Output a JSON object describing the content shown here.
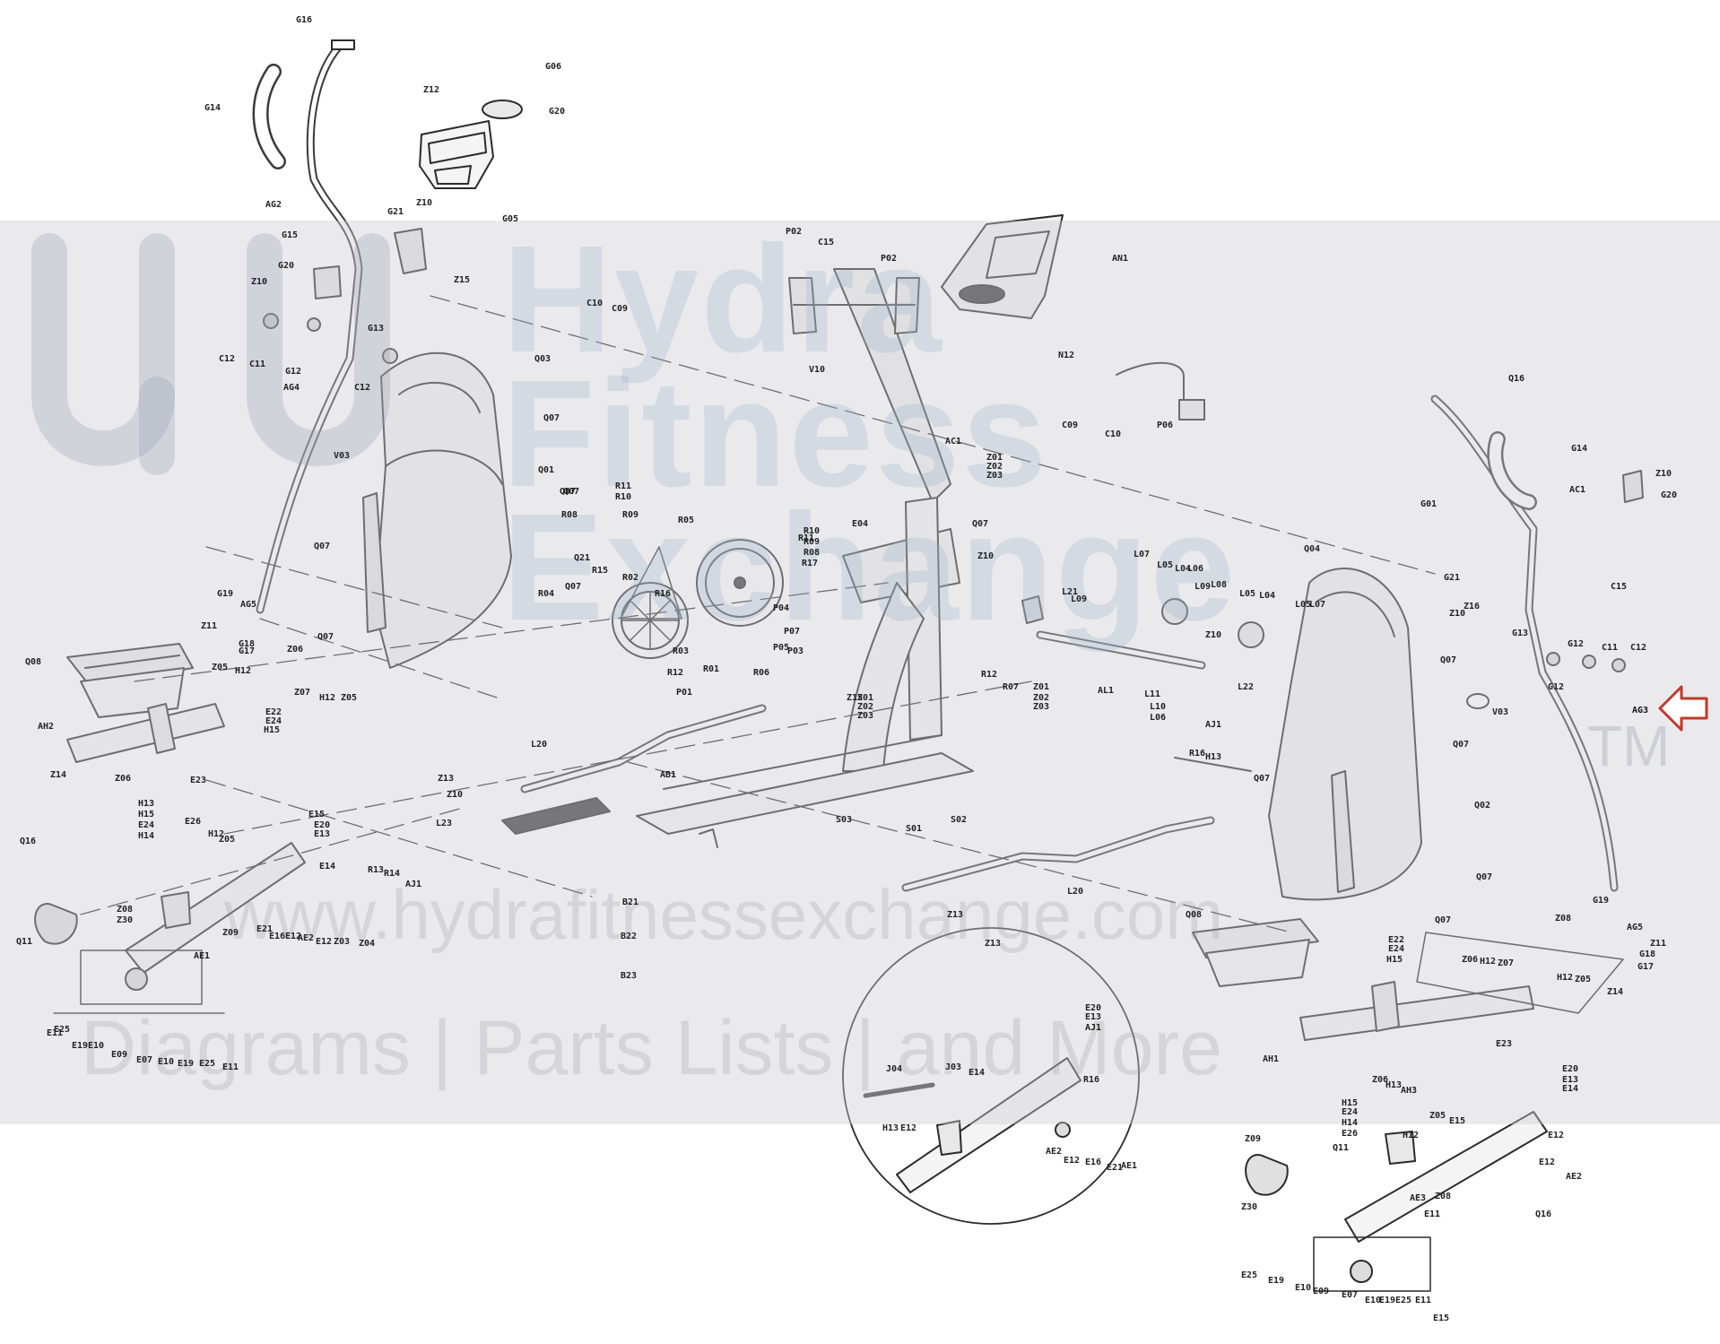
{
  "watermark": {
    "brand_lines": [
      "Hydra",
      "Fitness",
      "Exchange"
    ],
    "trademark": "TM",
    "url": "www.hydrafitnessexchange.com",
    "tagline": "Diagrams | Parts Lists | and More"
  },
  "highlight_icon": "arrow-left-icon",
  "highlighted_part": "AG3",
  "part_labels": [
    {
      "text": "G16"
    },
    {
      "text": "G14"
    },
    {
      "text": "AG2"
    },
    {
      "text": "Z12"
    },
    {
      "text": "G06"
    },
    {
      "text": "G20"
    },
    {
      "text": "G05"
    },
    {
      "text": "G21"
    },
    {
      "text": "Z10"
    },
    {
      "text": "G15"
    },
    {
      "text": "G20"
    },
    {
      "text": "Z10"
    },
    {
      "text": "Z15"
    },
    {
      "text": "G13"
    },
    {
      "text": "C12"
    },
    {
      "text": "C11"
    },
    {
      "text": "G12"
    },
    {
      "text": "C12"
    },
    {
      "text": "AG4"
    },
    {
      "text": "V03"
    },
    {
      "text": "Q03"
    },
    {
      "text": "Q07"
    },
    {
      "text": "Q01"
    },
    {
      "text": "Q07"
    },
    {
      "text": "Q07"
    },
    {
      "text": "Q07"
    },
    {
      "text": "G19"
    },
    {
      "text": "AG5"
    },
    {
      "text": "Z11"
    },
    {
      "text": "G18"
    },
    {
      "text": "G17"
    },
    {
      "text": "Z06"
    },
    {
      "text": "Q07"
    },
    {
      "text": "Q08"
    },
    {
      "text": "Z05"
    },
    {
      "text": "H12"
    },
    {
      "text": "Z07"
    },
    {
      "text": "H12"
    },
    {
      "text": "Z05"
    },
    {
      "text": "AH2"
    },
    {
      "text": "E22"
    },
    {
      "text": "E24"
    },
    {
      "text": "H15"
    },
    {
      "text": "Z14"
    },
    {
      "text": "Z06"
    },
    {
      "text": "E23"
    },
    {
      "text": "H13"
    },
    {
      "text": "H15"
    },
    {
      "text": "E24"
    },
    {
      "text": "H14"
    },
    {
      "text": "E26"
    },
    {
      "text": "H12"
    },
    {
      "text": "Z05"
    },
    {
      "text": "Q16"
    },
    {
      "text": "E15"
    },
    {
      "text": "E20"
    },
    {
      "text": "E13"
    },
    {
      "text": "E14"
    },
    {
      "text": "Q11"
    },
    {
      "text": "Z08"
    },
    {
      "text": "Z30"
    },
    {
      "text": "Z09"
    },
    {
      "text": "AE1"
    },
    {
      "text": "R13"
    },
    {
      "text": "R14"
    },
    {
      "text": "AJ1"
    },
    {
      "text": "E21"
    },
    {
      "text": "E16"
    },
    {
      "text": "E12"
    },
    {
      "text": "AE2"
    },
    {
      "text": "E12"
    },
    {
      "text": "Z03"
    },
    {
      "text": "Z04"
    },
    {
      "text": "E11"
    },
    {
      "text": "E25"
    },
    {
      "text": "E19"
    },
    {
      "text": "E10"
    },
    {
      "text": "E09"
    },
    {
      "text": "E07"
    },
    {
      "text": "E10"
    },
    {
      "text": "E19"
    },
    {
      "text": "E25"
    },
    {
      "text": "E11"
    },
    {
      "text": "C10"
    },
    {
      "text": "C09"
    },
    {
      "text": "P02"
    },
    {
      "text": "C15"
    },
    {
      "text": "P02"
    },
    {
      "text": "AN1"
    },
    {
      "text": "N12"
    },
    {
      "text": "V10"
    },
    {
      "text": "P06"
    },
    {
      "text": "C09"
    },
    {
      "text": "C10"
    },
    {
      "text": "AC1"
    },
    {
      "text": "Z01"
    },
    {
      "text": "Z02"
    },
    {
      "text": "Z03"
    },
    {
      "text": "Q07"
    },
    {
      "text": "R08"
    },
    {
      "text": "R11"
    },
    {
      "text": "R10"
    },
    {
      "text": "R09"
    },
    {
      "text": "Q21"
    },
    {
      "text": "R15"
    },
    {
      "text": "R05"
    },
    {
      "text": "R11"
    },
    {
      "text": "R10"
    },
    {
      "text": "R09"
    },
    {
      "text": "R08"
    },
    {
      "text": "R17"
    },
    {
      "text": "P04"
    },
    {
      "text": "E04"
    },
    {
      "text": "Q07"
    },
    {
      "text": "R04"
    },
    {
      "text": "R02"
    },
    {
      "text": "R16"
    },
    {
      "text": "R03"
    },
    {
      "text": "R12"
    },
    {
      "text": "R01"
    },
    {
      "text": "R06"
    },
    {
      "text": "P07"
    },
    {
      "text": "P05"
    },
    {
      "text": "P03"
    },
    {
      "text": "P01"
    },
    {
      "text": "Z15"
    },
    {
      "text": "Z01"
    },
    {
      "text": "Z02"
    },
    {
      "text": "Z03"
    },
    {
      "text": "L20"
    },
    {
      "text": "R12"
    },
    {
      "text": "R07"
    },
    {
      "text": "Z01"
    },
    {
      "text": "Z02"
    },
    {
      "text": "Z03"
    },
    {
      "text": "Z13"
    },
    {
      "text": "Z10"
    },
    {
      "text": "AB1"
    },
    {
      "text": "L23"
    },
    {
      "text": "S03"
    },
    {
      "text": "S02"
    },
    {
      "text": "S01"
    },
    {
      "text": "B21"
    },
    {
      "text": "B22"
    },
    {
      "text": "B23"
    },
    {
      "text": "L20"
    },
    {
      "text": "Z13"
    },
    {
      "text": "Z13"
    },
    {
      "text": "Z10"
    },
    {
      "text": "L21"
    },
    {
      "text": "L09"
    },
    {
      "text": "L07"
    },
    {
      "text": "L05"
    },
    {
      "text": "L04"
    },
    {
      "text": "L06"
    },
    {
      "text": "L09"
    },
    {
      "text": "L08"
    },
    {
      "text": "L05"
    },
    {
      "text": "L04"
    },
    {
      "text": "L05"
    },
    {
      "text": "L07"
    },
    {
      "text": "Z10"
    },
    {
      "text": "L22"
    },
    {
      "text": "AL1"
    },
    {
      "text": "L11"
    },
    {
      "text": "L10"
    },
    {
      "text": "L06"
    },
    {
      "text": "AJ1"
    },
    {
      "text": "R16"
    },
    {
      "text": "H13"
    },
    {
      "text": "Q04"
    },
    {
      "text": "Q07"
    },
    {
      "text": "V03"
    },
    {
      "text": "Q07"
    },
    {
      "text": "Q07"
    },
    {
      "text": "Q02"
    },
    {
      "text": "Q07"
    },
    {
      "text": "Q07"
    },
    {
      "text": "Q16"
    },
    {
      "text": "G14"
    },
    {
      "text": "Z10"
    },
    {
      "text": "G20"
    },
    {
      "text": "AC1"
    },
    {
      "text": "G01"
    },
    {
      "text": "G21"
    },
    {
      "text": "C15"
    },
    {
      "text": "Z16"
    },
    {
      "text": "Z10"
    },
    {
      "text": "G13"
    },
    {
      "text": "G12"
    },
    {
      "text": "C11"
    },
    {
      "text": "C12"
    },
    {
      "text": "G12"
    },
    {
      "text": "AG3"
    },
    {
      "text": "G19"
    },
    {
      "text": "Z08"
    },
    {
      "text": "AG5"
    },
    {
      "text": "Z11"
    },
    {
      "text": "G18"
    },
    {
      "text": "G17"
    },
    {
      "text": "Q08"
    },
    {
      "text": "E22"
    },
    {
      "text": "E24"
    },
    {
      "text": "H15"
    },
    {
      "text": "Z06"
    },
    {
      "text": "H12"
    },
    {
      "text": "Z07"
    },
    {
      "text": "H12"
    },
    {
      "text": "Z05"
    },
    {
      "text": "Z14"
    },
    {
      "text": "AH1"
    },
    {
      "text": "E23"
    },
    {
      "text": "Z06"
    },
    {
      "text": "H13"
    },
    {
      "text": "AH3"
    },
    {
      "text": "H15"
    },
    {
      "text": "E24"
    },
    {
      "text": "H14"
    },
    {
      "text": "E26"
    },
    {
      "text": "H12"
    },
    {
      "text": "Z05"
    },
    {
      "text": "E15"
    },
    {
      "text": "E20"
    },
    {
      "text": "E13"
    },
    {
      "text": "E14"
    },
    {
      "text": "E12"
    },
    {
      "text": "E12"
    },
    {
      "text": "AE2"
    },
    {
      "text": "Q16"
    },
    {
      "text": "Z09"
    },
    {
      "text": "Q11"
    },
    {
      "text": "Z30"
    },
    {
      "text": "Z08"
    },
    {
      "text": "AE3"
    },
    {
      "text": "E11"
    },
    {
      "text": "E25"
    },
    {
      "text": "E19"
    },
    {
      "text": "E10"
    },
    {
      "text": "E09"
    },
    {
      "text": "E07"
    },
    {
      "text": "E10"
    },
    {
      "text": "E19"
    },
    {
      "text": "E25"
    },
    {
      "text": "E11"
    },
    {
      "text": "E15"
    },
    {
      "text": "E20"
    },
    {
      "text": "E13"
    },
    {
      "text": "AJ1"
    },
    {
      "text": "J04"
    },
    {
      "text": "J03"
    },
    {
      "text": "E14"
    },
    {
      "text": "R16"
    },
    {
      "text": "H13"
    },
    {
      "text": "E12"
    },
    {
      "text": "AE2"
    },
    {
      "text": "E12"
    },
    {
      "text": "E16"
    },
    {
      "text": "E21"
    },
    {
      "text": "AE1"
    }
  ]
}
